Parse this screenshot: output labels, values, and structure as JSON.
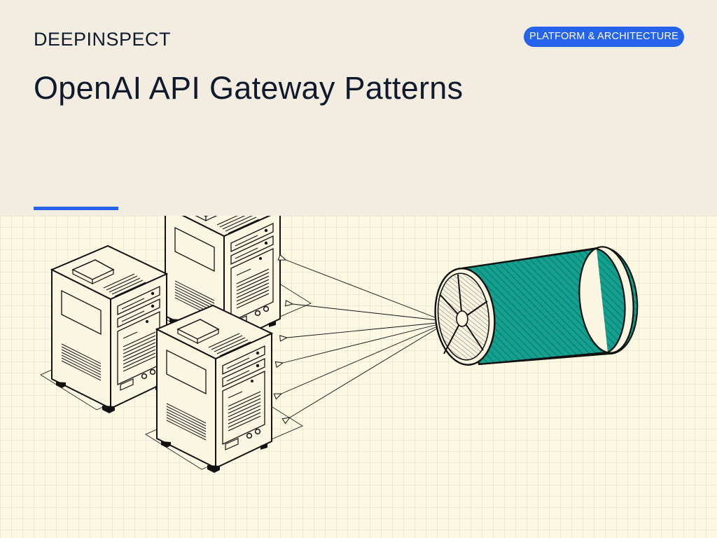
{
  "header": {
    "brand": "DEEPINSPECT",
    "badge": "PLATFORM & ARCHITECTURE",
    "title": "OpenAI API Gateway Patterns"
  },
  "colors": {
    "background": "#f2ede0",
    "accent": "#2563eb",
    "title_text": "#0f1b2d",
    "grid_background": "#fdf8e1",
    "grid_line": "#c9d7cf",
    "cylinder_fill": "#13a08f",
    "outline": "#111111"
  },
  "illustration": {
    "icons": [
      "server-rack-icon",
      "gateway-cylinder-icon",
      "connection-arrow-icon"
    ]
  }
}
